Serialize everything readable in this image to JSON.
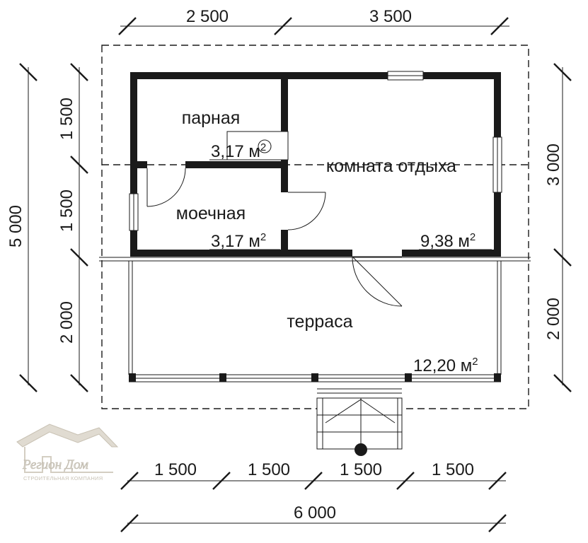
{
  "dimensions": {
    "top": [
      "2 500",
      "3 500"
    ],
    "bottom": [
      "1 500",
      "1 500",
      "1 500",
      "1 500"
    ],
    "bottom_total": "6 000",
    "left": [
      "1 500",
      "1 500",
      "2 000"
    ],
    "left_total": "5 000",
    "right": [
      "3 000",
      "2 000"
    ]
  },
  "rooms": {
    "steam_room": {
      "name": "парная",
      "area": "3,17 м",
      "unit_exp": "2"
    },
    "wash_room": {
      "name": "моечная",
      "area": "3,17 м",
      "unit_exp": "2"
    },
    "rest_room": {
      "name": "комната отдыха",
      "area": "9,38 м",
      "unit_exp": "2"
    },
    "terrace": {
      "name": "терраса",
      "area": "12,20 м",
      "unit_exp": "2"
    }
  },
  "logo": {
    "title": "Регион Дом",
    "subtitle": "СТРОИТЕЛЬНАЯ КОМПАНИЯ"
  },
  "colors": {
    "wall": "#1a1a1a",
    "line": "#1a1a1a",
    "logo": "#d9d5cc"
  }
}
